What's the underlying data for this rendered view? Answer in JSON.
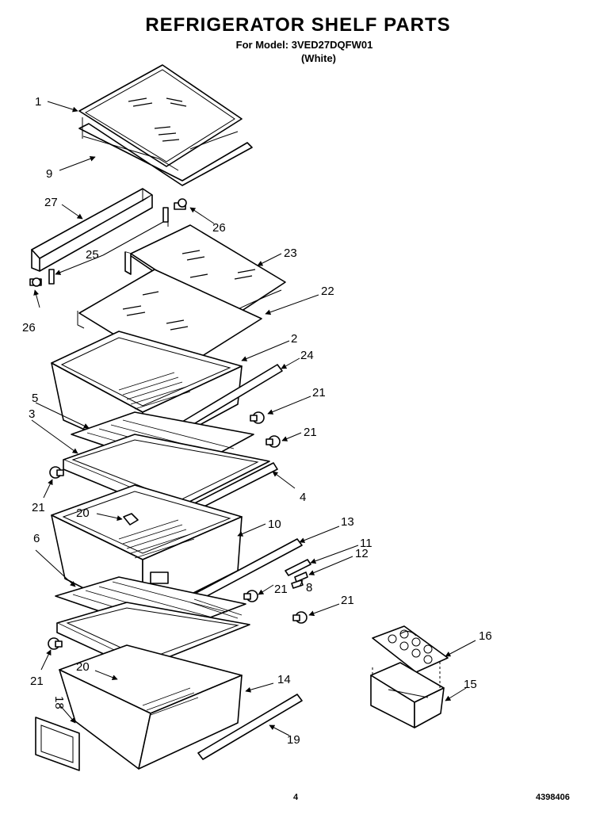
{
  "header": {
    "title": "REFRIGERATOR SHELF PARTS",
    "model_line": "For Model: 3VED27DQFW01",
    "color_line": "(White)"
  },
  "footer": {
    "page_number": "4",
    "doc_number": "4398406"
  },
  "callouts": [
    "1",
    "9",
    "27",
    "26",
    "25",
    "23",
    "26",
    "22",
    "2",
    "24",
    "5",
    "21",
    "3",
    "21",
    "21",
    "4",
    "20",
    "10",
    "13",
    "6",
    "11",
    "12",
    "8",
    "21",
    "21",
    "16",
    "21",
    "20",
    "14",
    "15",
    "18",
    "19"
  ]
}
